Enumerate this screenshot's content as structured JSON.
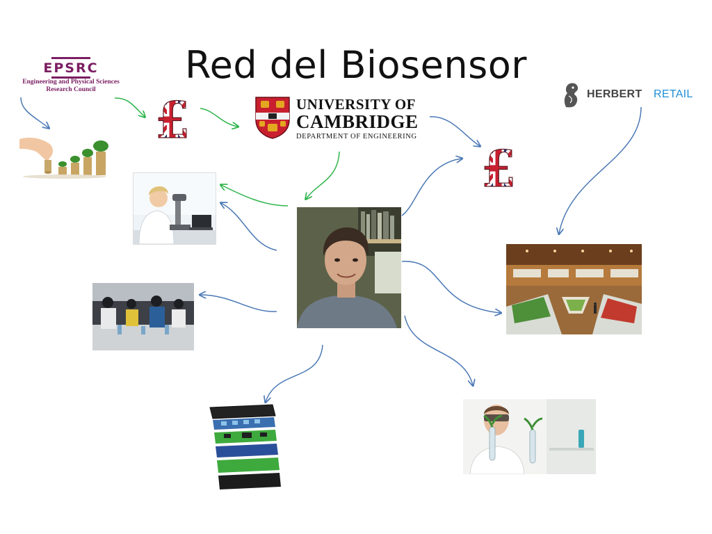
{
  "slide": {
    "title": "Red del Biosensor"
  },
  "logos": {
    "epsrc": {
      "acronym": "EPSRC",
      "line1": "Engineering and Physical Sciences",
      "line2": "Research Council"
    },
    "cambridge": {
      "line1": "UNIVERSITY OF",
      "line2": "CAMBRIDGE",
      "line3": "DEPARTMENT OF ENGINEERING"
    },
    "herbert": {
      "word1": "HERBERT",
      "word2": "RETAIL"
    }
  },
  "colors": {
    "green_arrow": "#2db34a",
    "blue_arrow": "#4a78b5",
    "epsrc_purple": "#7a1e62",
    "herbert_blue": "#1f8fd6",
    "union_blue": "#1c2f6e",
    "union_red": "#c8202f"
  },
  "nodes": [
    {
      "id": "epsrc-logo",
      "kind": "logo"
    },
    {
      "id": "funding-pound-left",
      "kind": "pound-icon"
    },
    {
      "id": "cambridge-logo",
      "kind": "logo"
    },
    {
      "id": "funding-pound-right",
      "kind": "pound-icon"
    },
    {
      "id": "herbert-retail-logo",
      "kind": "logo"
    },
    {
      "id": "coins-plants-photo",
      "kind": "photo"
    },
    {
      "id": "lab-microscope-photo",
      "kind": "photo"
    },
    {
      "id": "researcher-portrait",
      "kind": "photo"
    },
    {
      "id": "supermarket-photo",
      "kind": "photo"
    },
    {
      "id": "students-lab-photo",
      "kind": "photo"
    },
    {
      "id": "smartphone-components-photo",
      "kind": "photo"
    },
    {
      "id": "plant-scientist-photo",
      "kind": "photo"
    }
  ],
  "edges": [
    {
      "from": "epsrc-logo",
      "to": "coins-plants-photo",
      "color": "blue"
    },
    {
      "from": "epsrc-logo",
      "to": "funding-pound-left",
      "color": "green"
    },
    {
      "from": "funding-pound-left",
      "to": "cambridge-logo",
      "color": "green"
    },
    {
      "from": "cambridge-logo",
      "to": "researcher-portrait",
      "color": "green"
    },
    {
      "from": "researcher-portrait",
      "to": "lab-microscope-photo",
      "color": "green"
    },
    {
      "from": "cambridge-logo",
      "to": "funding-pound-right",
      "color": "blue"
    },
    {
      "from": "researcher-portrait",
      "to": "funding-pound-right",
      "color": "blue"
    },
    {
      "from": "herbert-retail-logo",
      "to": "supermarket-photo",
      "color": "blue"
    },
    {
      "from": "researcher-portrait",
      "to": "lab-microscope-photo",
      "color": "blue"
    },
    {
      "from": "researcher-portrait",
      "to": "students-lab-photo",
      "color": "blue"
    },
    {
      "from": "researcher-portrait",
      "to": "supermarket-photo",
      "color": "blue"
    },
    {
      "from": "researcher-portrait",
      "to": "smartphone-components-photo",
      "color": "blue"
    },
    {
      "from": "researcher-portrait",
      "to": "plant-scientist-photo",
      "color": "blue"
    }
  ]
}
